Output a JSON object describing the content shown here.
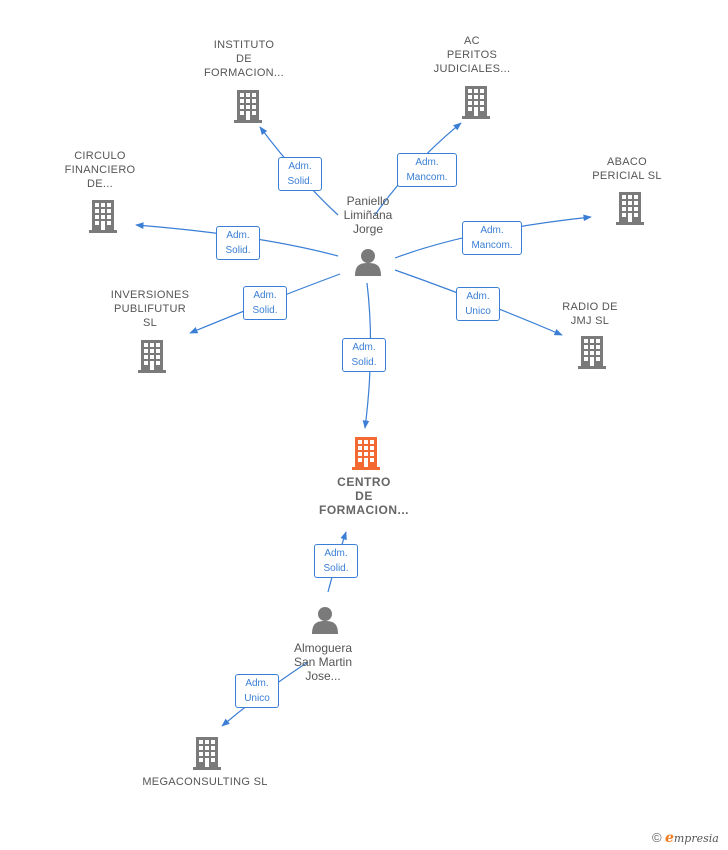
{
  "colors": {
    "company": "#7a7a7a",
    "main_company": "#f26a32",
    "person": "#7a7a7a",
    "edge": "#3a7fd5"
  },
  "nodes": {
    "instituto": {
      "lines": [
        "INSTITUTO",
        "DE",
        "FORMACION..."
      ]
    },
    "ac_peritos": {
      "lines": [
        "AC",
        "PERITOS",
        "JUDICIALES..."
      ]
    },
    "circulo": {
      "lines": [
        "CIRCULO",
        "FINANCIERO",
        "DE..."
      ]
    },
    "abaco": {
      "lines": [
        "ABACO",
        "PERICIAL  SL"
      ]
    },
    "inversiones": {
      "lines": [
        "INVERSIONES",
        "PUBLIFUTUR",
        "SL"
      ]
    },
    "radio": {
      "lines": [
        "RADIO DE",
        "JMJ  SL"
      ]
    },
    "centro": {
      "lines": [
        "CENTRO",
        "DE",
        "FORMACION..."
      ]
    },
    "megaconsulting": {
      "lines": [
        "MEGACONSULTING SL"
      ]
    },
    "paniello": {
      "lines": [
        "Paniello",
        "Limiñana",
        "Jorge"
      ]
    },
    "almoguera": {
      "lines": [
        "Almoguera",
        "San Martin",
        "Jose..."
      ]
    }
  },
  "edges": [
    {
      "id": "e-instituto",
      "lines": [
        "Adm.",
        "Solid."
      ]
    },
    {
      "id": "e-ac",
      "lines": [
        "Adm.",
        "Mancom."
      ]
    },
    {
      "id": "e-circulo",
      "lines": [
        "Adm.",
        "Solid."
      ]
    },
    {
      "id": "e-abaco",
      "lines": [
        "Adm.",
        "Mancom."
      ]
    },
    {
      "id": "e-inversiones",
      "lines": [
        "Adm.",
        "Solid."
      ]
    },
    {
      "id": "e-radio",
      "lines": [
        "Adm.",
        "Unico"
      ]
    },
    {
      "id": "e-centro",
      "lines": [
        "Adm.",
        "Solid."
      ]
    },
    {
      "id": "e-almoguera-centro",
      "lines": [
        "Adm.",
        "Solid."
      ]
    },
    {
      "id": "e-mega",
      "lines": [
        "Adm.",
        "Unico"
      ]
    }
  ],
  "footer": {
    "copyright": "©",
    "brand_initial": "e",
    "brand_rest": "mpresia"
  }
}
